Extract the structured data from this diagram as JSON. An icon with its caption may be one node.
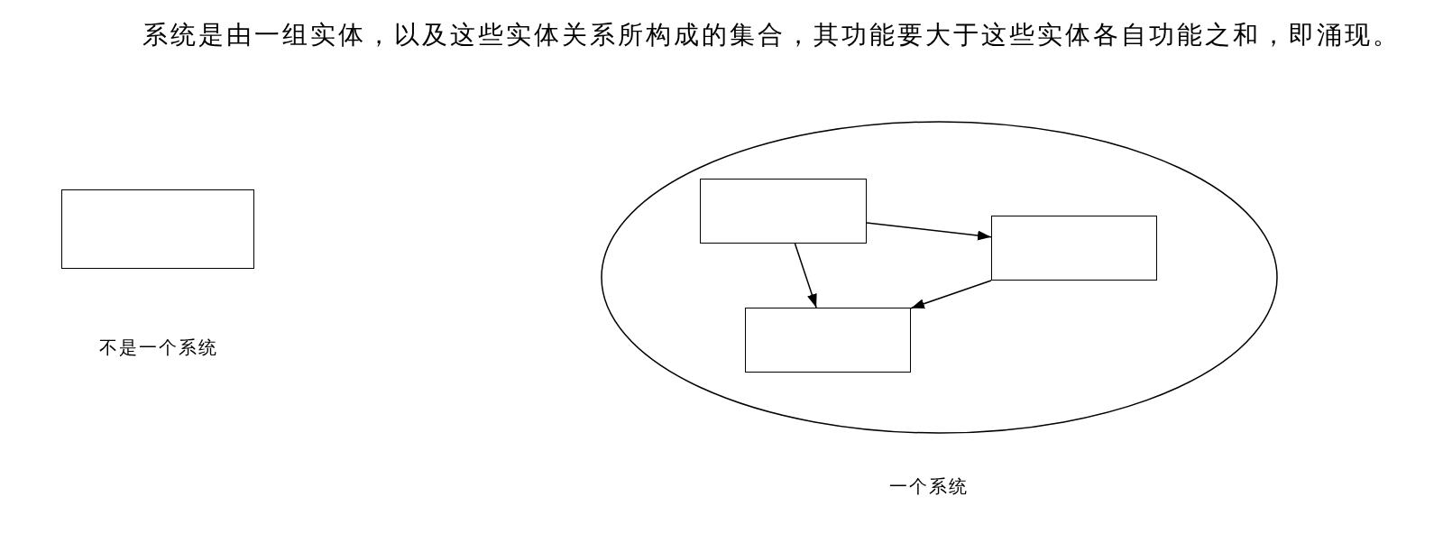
{
  "diagram": {
    "title": "系统是由一组实体，以及这些实体关系所构成的集合，其功能要大于这些实体各自功能之和，即涌现。",
    "nodes": [
      {
        "text": [],
        "shape": "box",
        "beside": [
          "不是一个系统"
        ]
      },
      {
        "text": [],
        "shape": "ellipse",
        "beside": [
          "一个系统"
        ]
      },
      {
        "text": [],
        "shape": "box",
        "in": 1
      },
      {
        "text": [],
        "shape": "box",
        "in": 1
      },
      {
        "text": [],
        "shape": "box",
        "in": 1
      }
    ],
    "edges": [
      {
        "from": 2,
        "to": 3,
        "arrow": "to"
      },
      {
        "from": 2,
        "to": 4,
        "arrow": "to"
      },
      {
        "from": 3,
        "to": 4,
        "arrow": "to"
      }
    ]
  }
}
